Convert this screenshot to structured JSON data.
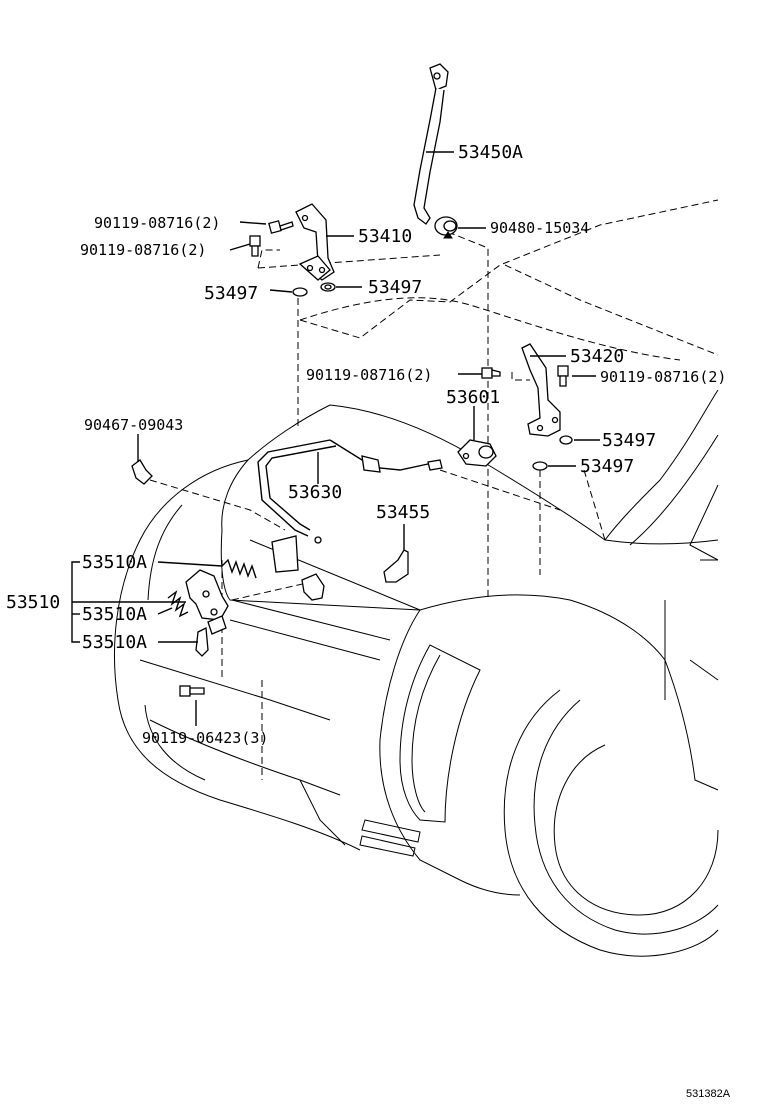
{
  "labels": {
    "l53450a": "53450A",
    "l53410": "53410",
    "l90480": "90480-15034",
    "l90119_a": "90119-08716(2)",
    "l90119_b": "90119-08716(2)",
    "l53497_a": "53497",
    "l53497_b": "53497",
    "l53420": "53420",
    "l90119_c": "90119-08716(2)",
    "l90119_d": "90119-08716(2)",
    "l53601": "53601",
    "l53497_c": "53497",
    "l53497_d": "53497",
    "l90467": "90467-09043",
    "l53630": "53630",
    "l53455": "53455",
    "l53510a_1": "53510A",
    "l53510": "53510",
    "l53510a_2": "53510A",
    "l53510a_3": "53510A",
    "l90119_e": "90119-06423(3)"
  },
  "footer": {
    "code": "531382A"
  },
  "icons": {
    "hood_support_rod": "hood-support-rod-icon",
    "hood_hinge_left": "hood-hinge-icon",
    "hood_hinge_right": "hood-hinge-icon",
    "hood_lock": "hood-lock-icon",
    "release_cable": "hood-release-cable-icon",
    "bolt": "bolt-icon",
    "washer": "washer-icon",
    "clip": "clip-icon",
    "cushion": "hood-cushion-icon",
    "spring": "spring-icon"
  }
}
